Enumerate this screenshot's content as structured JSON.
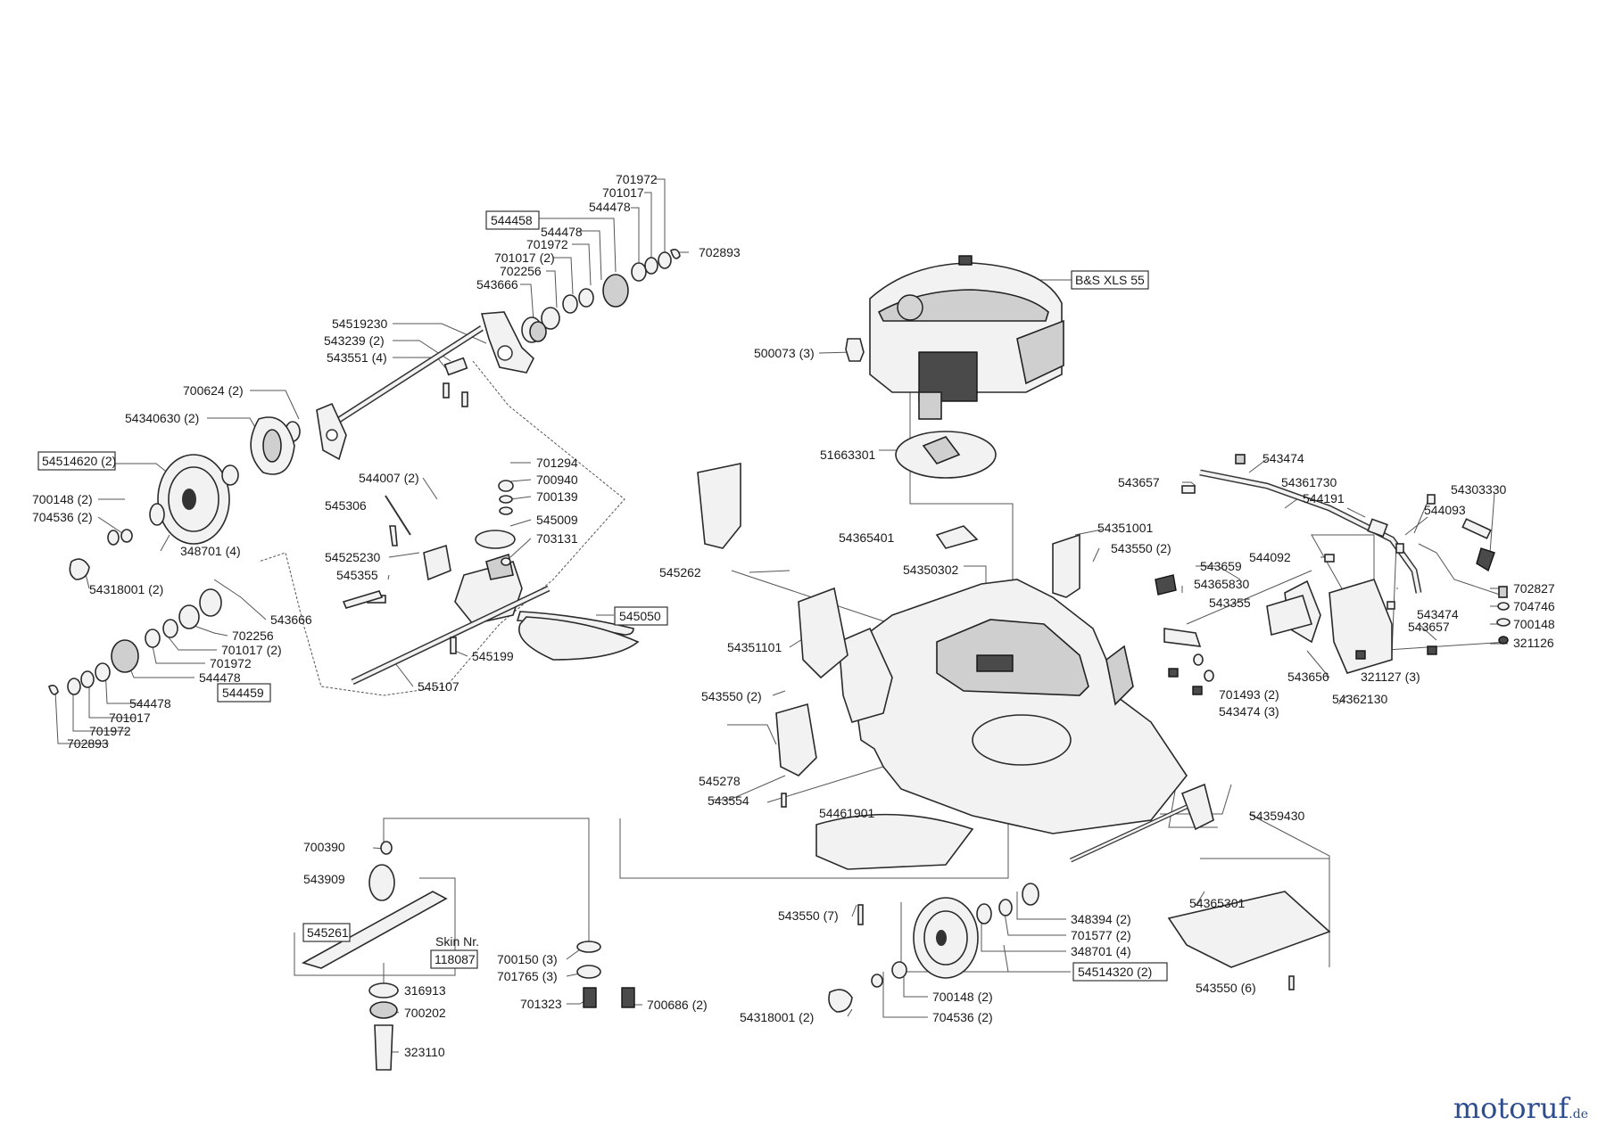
{
  "watermark": {
    "brand": "motoruf",
    "tld": ".de"
  },
  "labels": {
    "l701972a": "701972",
    "l701017a": "701017",
    "l544478a": "544478",
    "b544458": "544458",
    "l544478b": "544478",
    "l701972b": "701972",
    "l701017b": "701017 (2)",
    "l702256a": "702256",
    "l543666a": "543666",
    "l702893a": "702893",
    "l54519230": "54519230",
    "l543239": "543239  (2)",
    "l543551": "543551 (4)",
    "l700624": "700624 (2)",
    "l54340630": "54340630 (2)",
    "b54514620": "54514620 (2)",
    "l700148a": "700148 (2)",
    "l704536a": "704536 (2)",
    "l348701a": "348701 (4)",
    "l54318001a": "54318001 (2)",
    "l544007": "544007 (2)",
    "l545306": "545306",
    "l701294": "701294",
    "l700940": "700940",
    "l700139": "700139",
    "l545009": "545009",
    "l703131": "703131",
    "l54525230": "54525230",
    "l545355": "545355",
    "l543666b": "543666",
    "l702256b": "702256",
    "l701017c": "701017 (2)",
    "l701972c": "701972",
    "l544478c": "544478",
    "b544459": "544459",
    "l544478d": "544478",
    "l701017d": "701017",
    "l701972d": "701972",
    "l702893b": "702893",
    "l545199": "545199",
    "l545107": "545107",
    "b545050": "545050",
    "bBS": "B&S XLS 55",
    "l500073": "500073 (3)",
    "l51663301": "51663301",
    "l545262": "545262",
    "l54365401": "54365401",
    "l54351001a": "54351001",
    "l543550a": "543550 (2)",
    "l54350302": "54350302",
    "l54351101": "54351101",
    "l543550b": "543550 (2)",
    "l545278": "545278",
    "l543554": "543554",
    "l54461901": "54461901",
    "l543474a": "543474",
    "l543657a": "543657",
    "l54361730": "54361730",
    "l544191": "544191",
    "l54303330": "54303330",
    "l544093": "544093",
    "l544092": "544092",
    "l543659": "543659",
    "l54365830": "54365830",
    "l543355": "543355",
    "l702827": "702827",
    "l543474b": "543474",
    "l704746": "704746",
    "l543657b": "543657",
    "l700148b": "700148",
    "l321126": "321126",
    "l543656": "543656",
    "l321127": "321127 (3)",
    "l701493": "701493 (2)",
    "l54362130": "54362130",
    "l543474c": "543474 (3)",
    "l54359430": "54359430",
    "l700390": "700390",
    "l543909": "543909",
    "b545261": "545261",
    "lskin": "Skin Nr.",
    "b118087": "118087",
    "l316913": "316913",
    "l700202": "700202",
    "l323110": "323110",
    "l700150": "700150 (3)",
    "l701765": "701765 (3)",
    "l701323": "701323",
    "l700686": "700686 (2)",
    "l543550c": "543550 (7)",
    "l348394": "348394 (2)",
    "l701577": "701577 (2)",
    "l348701b": "348701 (4)",
    "b54514320": "54514320 (2)",
    "l700148c": "700148 (2)",
    "l704536b": "704536 (2)",
    "l54318001b": "54318001 (2)",
    "l54365301": "54365301",
    "l543550d": "543550 (6)"
  }
}
